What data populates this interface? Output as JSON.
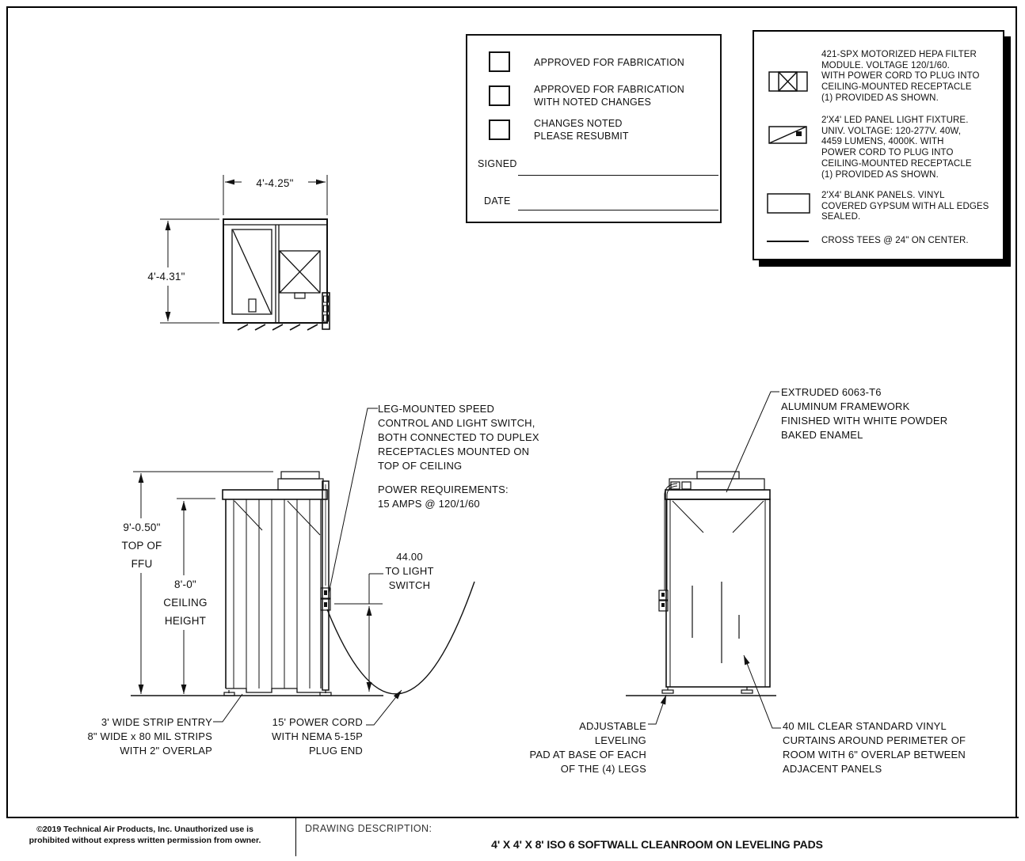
{
  "page": {
    "copyright": "©2019 Technical Air Products, Inc.  Unauthorized use is\nprohibited without express written permission from owner.",
    "drawing_description_label": "DRAWING DESCRIPTION:",
    "drawing_title": "4' X 4' X 8' ISO 6 SOFTWALL CLEANROOM ON LEVELING PADS"
  },
  "approval_box": {
    "options": [
      {
        "label": "APPROVED FOR FABRICATION"
      },
      {
        "label": "APPROVED FOR FABRICATION\nWITH NOTED CHANGES"
      },
      {
        "label": "CHANGES NOTED\nPLEASE RESUBMIT"
      }
    ],
    "signed_label": "SIGNED",
    "date_label": "DATE"
  },
  "legend": {
    "items": [
      {
        "symbol": "hepa-filter-module-symbol",
        "text": "421-SPX  MOTORIZED HEPA FILTER\nMODULE. VOLTAGE 120/1/60.\nWITH POWER CORD TO PLUG INTO\nCEILING-MOUNTED RECEPTACLE\n(1) PROVIDED AS SHOWN."
      },
      {
        "symbol": "led-panel-light-symbol",
        "text": "2'X4' LED PANEL LIGHT FIXTURE.\nUNIV. VOLTAGE: 120-277V.  40W,\n4459 LUMENS, 4000K. WITH\nPOWER CORD TO PLUG INTO\nCEILING-MOUNTED RECEPTACLE\n(1) PROVIDED AS SHOWN."
      },
      {
        "symbol": "blank-panel-symbol",
        "text": "2'X4' BLANK PANELS. VINYL\nCOVERED GYPSUM WITH ALL EDGES\nSEALED."
      },
      {
        "symbol": "cross-tee-symbol",
        "text": "CROSS TEES @ 24\" ON CENTER."
      }
    ]
  },
  "plan_view": {
    "width_dim": "4'-4.25\"",
    "height_dim": "4'-4.31\""
  },
  "front_elevation": {
    "ffu_height_dim": "9'-0.50\"\nTOP OF\nFFU",
    "ceiling_height_dim": "8'-0\"\nCEILING\nHEIGHT",
    "leg_callout": "LEG-MOUNTED SPEED\nCONTROL AND LIGHT SWITCH,\nBOTH CONNECTED TO DUPLEX\nRECEPTACLES MOUNTED ON\nTOP OF CEILING",
    "power_note": "POWER REQUIREMENTS:\n15 AMPS @ 120/1/60",
    "light_switch_dim": "44.00\nTO LIGHT\nSWITCH",
    "strip_callout": "3' WIDE STRIP ENTRY\n8\" WIDE x 80 MIL STRIPS\nWITH 2\" OVERLAP",
    "cord_callout": "15' POWER CORD\nWITH NEMA 5-15P\nPLUG END"
  },
  "side_elevation": {
    "framework_callout": "EXTRUDED 6063-T6\nALUMINUM FRAMEWORK\nFINISHED WITH WHITE POWDER\nBAKED ENAMEL",
    "leveling_callout": "ADJUSTABLE LEVELING\nPAD AT BASE OF EACH\nOF THE (4) LEGS",
    "vinyl_callout": "40 MIL CLEAR STANDARD VINYL\nCURTAINS AROUND PERIMETER OF\nROOM WITH 6\" OVERLAP BETWEEN\nADJACENT PANELS"
  },
  "colors": {
    "line": "#111111",
    "background": "#ffffff"
  }
}
